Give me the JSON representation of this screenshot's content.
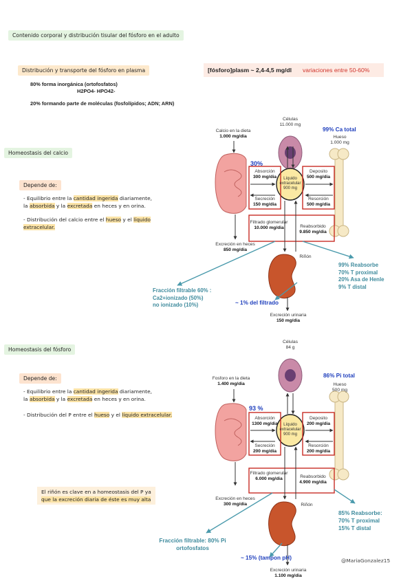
{
  "header": {
    "title": "Contenido corporal y distribución tisular del fósforo en el adulto"
  },
  "plasma": {
    "tag": "Distribución y transporte del fósforo en plasma",
    "line1": "80% forma inorgánica (ortofosfatos)",
    "line2": "H2PO4-    HPO42-",
    "line3": "20% formando parte de moléculas (fosfolípidos; ADN; ARN)",
    "range_formula": "[fósforo]plasm ~ 2,4-4,5 mg/dl",
    "range_note": "variaciones entre 50-60%"
  },
  "calcio": {
    "section_title": "Homeostasis del calcio",
    "depende": "Depende de:",
    "bullet1_a": "- Equilibrio entre la ",
    "bullet1_hl1": "cantidad ingerida",
    "bullet1_b": " diariamente,",
    "bullet1_c": "la ",
    "bullet1_hl2": "absorbida",
    "bullet1_d": " y la ",
    "bullet1_hl3": "excretada",
    "bullet1_e": " en heces y en orina.",
    "bullet2_a": "- Distribución del calcio entre el ",
    "bullet2_hl1": "hueso",
    "bullet2_b": " y el ",
    "bullet2_hl2": "líquido",
    "bullet2_c": "extracelular.",
    "diagram": {
      "celulas": "Células",
      "celulas_val": "11.000 mg",
      "dieta": "Calcio en la dieta",
      "dieta_val": "1.000 mg/dia",
      "pct_abs": "30%",
      "absorcion": "Absorción",
      "absorcion_val": "300 mg/dia",
      "secrecion": "Secreción",
      "secrecion_val": "150 mg/dia",
      "liquido": "Líquido extracelular",
      "liquido_val": "900 mg",
      "deposito": "Deposito",
      "deposito_val": "500 mg/dia",
      "resorcion": "Resorción",
      "resorcion_val": "500 mg/dia",
      "total": "99% Ca total",
      "hueso": "Hueso",
      "hueso_val": "1.000 mg",
      "filtrado": "Filtrado glomerular",
      "filtrado_val": "10.000 mg/dia",
      "reabsorbido": "Reabsorbido",
      "reabsorbido_val": "9.850 mg/dia",
      "heces": "Excreción en heces",
      "heces_val": "850 mg/dia",
      "rinon": "Riñón",
      "reabsorbe": "99% Reabsorbe",
      "reab2": "70% T proximal",
      "reab3": "20% Asa de Henle",
      "reab4": "9% T distal",
      "fraccion1": "Fracción filtrable 60% :",
      "fraccion2": "Ca2+ionizado (50%)",
      "fraccion3": "no ionizado (10%)",
      "filtrado_pct": "~ 1% del filtrado",
      "urinaria": "Excreción urinaria",
      "urinaria_val": "150 mg/dia"
    }
  },
  "fosforo": {
    "section_title": "Homeostasis del fósforo",
    "depende": "Depende de:",
    "bullet1_a": "- Equilibrio entre la ",
    "bullet1_hl1": "cantidad ingerida",
    "bullet1_b": " diariamente,",
    "bullet1_c": "la ",
    "bullet1_hl2": "absorbida",
    "bullet1_d": " y la ",
    "bullet1_hl3": "excretada",
    "bullet1_e": " en heces y en orina.",
    "bullet2_a": "- Distribución del P entre el ",
    "bullet2_hl1": "hueso",
    "bullet2_b": " y el ",
    "bullet2_hl2": "líquido extracelular.",
    "note1": "El riñón es clave en a homeostasis del P ya",
    "note2": "que la excreción diaria de éste es muy alta",
    "diagram": {
      "celulas": "Células",
      "celulas_val": "84 g",
      "dieta": "Fosforo en la dieta",
      "dieta_val": "1.400 mg/dia",
      "pct_abs": "93 %",
      "absorcion": "Absorción",
      "absorcion_val": "1300 mg/dia",
      "secrecion": "Secreción",
      "secrecion_val": "200 mg/dia",
      "liquido": "Líquido extracelular",
      "liquido_val": "900 mg",
      "deposito": "Deposito",
      "deposito_val": "200 mg/dia",
      "resorcion": "Resorción",
      "resorcion_val": "200 mg/dia",
      "total": "86% Pi total",
      "hueso": "Hueso",
      "hueso_val": "500 mg",
      "filtrado": "Filtrado glomerular",
      "filtrado_val": "6.000 mg/dia",
      "reabsorbido": "Reabsorbido",
      "reabsorbido_val": "4.900 mg/dia",
      "heces": "Excreción en heces",
      "heces_val": "300 mg/dia",
      "rinon": "Riñón",
      "reabsorbe": "85% Reabsorbe:",
      "reab2": "70% T proximal",
      "reab3": "15% T distal",
      "fraccion1": "Fracción filtrable: 80% Pi",
      "fraccion2": "ortofosfatos",
      "filtrado_pct": "~ 15% (tampon pH)",
      "urinaria": "Excreción urinaria",
      "urinaria_val": "1.100 mg/dia"
    }
  },
  "footer": {
    "signature": "@MariaGonzalez15"
  }
}
